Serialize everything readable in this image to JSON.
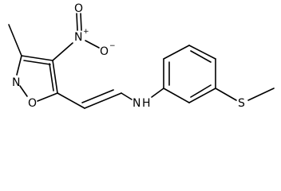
{
  "molecule": {
    "atoms": {
      "nitro_n": "N",
      "nitro_n_charge": "+",
      "nitro_o_top": "O",
      "nitro_o_side": "O",
      "nitro_o_charge": "−",
      "ring_n": "N",
      "ring_o": "O",
      "amine_nh": "N",
      "amine_h": "H",
      "sulfur": "S"
    }
  }
}
